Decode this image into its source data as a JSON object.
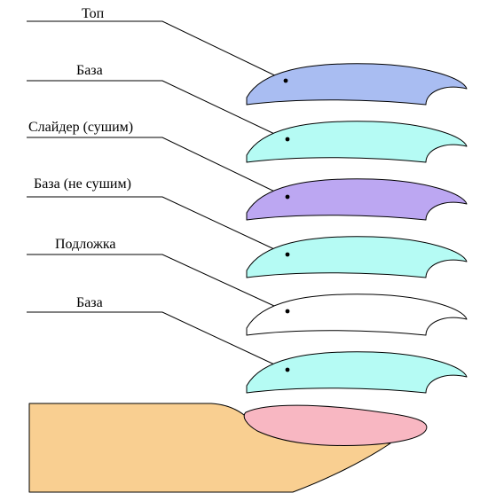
{
  "layers": [
    {
      "id": "top",
      "label": "Топ",
      "fill": "#a9bdf2"
    },
    {
      "id": "base-1",
      "label": "База",
      "fill": "#b5fbf4"
    },
    {
      "id": "slider",
      "label": "Слайдер (сушим)",
      "fill": "#bca7f2"
    },
    {
      "id": "base-wet",
      "label": "База (не сушим)",
      "fill": "#b5fbf4"
    },
    {
      "id": "substrate",
      "label": "Подложка",
      "fill": "#ffffff"
    },
    {
      "id": "base-2",
      "label": "База",
      "fill": "#b5fbf4"
    }
  ],
  "finger": {
    "skin_fill": "#f9cf91",
    "nail_fill": "#f8b7c2"
  }
}
